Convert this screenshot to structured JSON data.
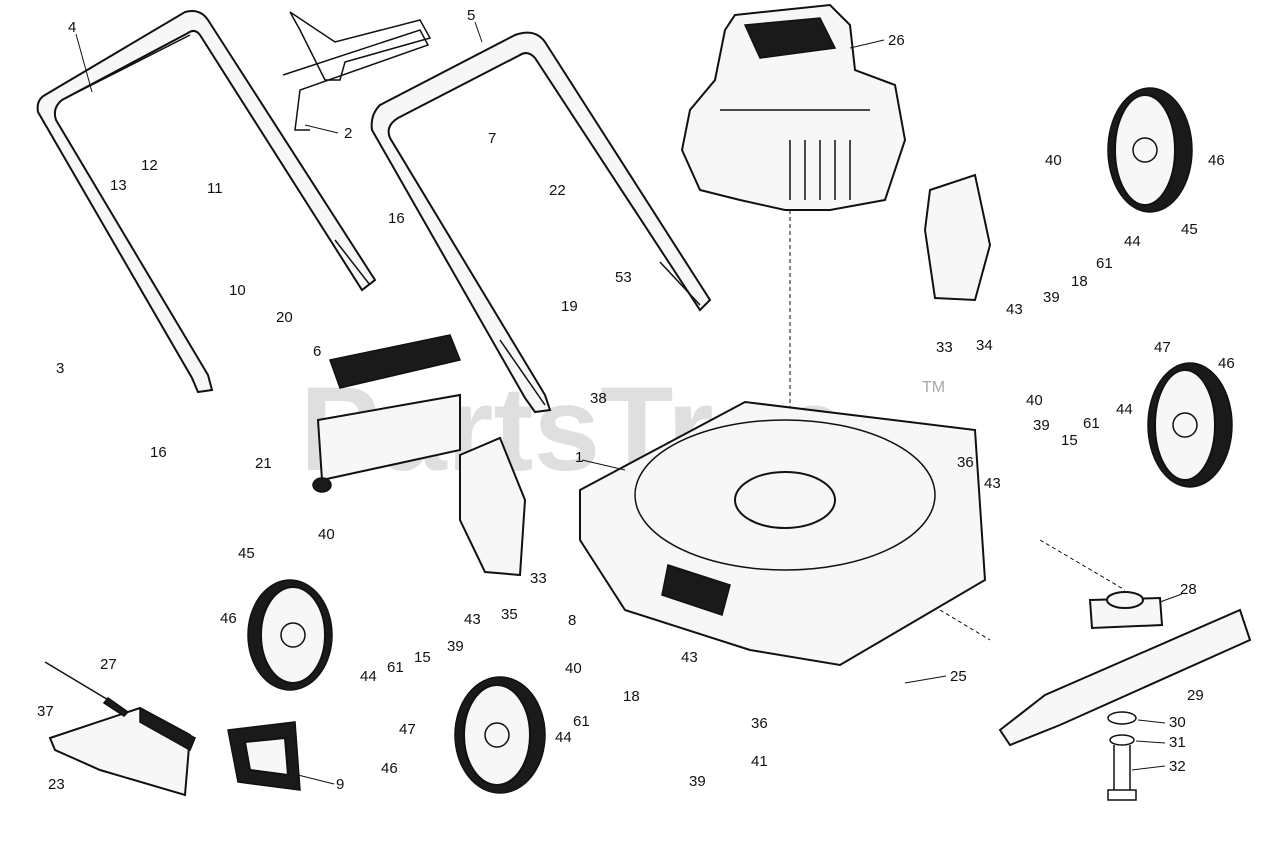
{
  "watermark": {
    "text": "PartsTree",
    "trademark": "TM"
  },
  "callouts": [
    {
      "id": "c4",
      "text": "4"
    },
    {
      "id": "c2",
      "text": "2"
    },
    {
      "id": "c5",
      "text": "5"
    },
    {
      "id": "c26",
      "text": "26"
    },
    {
      "id": "c12",
      "text": "12"
    },
    {
      "id": "c13",
      "text": "13"
    },
    {
      "id": "c11",
      "text": "11"
    },
    {
      "id": "c7",
      "text": "7"
    },
    {
      "id": "c22",
      "text": "22"
    },
    {
      "id": "c40a",
      "text": "40"
    },
    {
      "id": "c46a",
      "text": "46"
    },
    {
      "id": "c45a",
      "text": "45"
    },
    {
      "id": "c44a",
      "text": "44"
    },
    {
      "id": "c61a",
      "text": "61"
    },
    {
      "id": "c18a",
      "text": "18"
    },
    {
      "id": "c39a",
      "text": "39"
    },
    {
      "id": "c43a",
      "text": "43"
    },
    {
      "id": "c33a",
      "text": "33"
    },
    {
      "id": "c34",
      "text": "34"
    },
    {
      "id": "c16a",
      "text": "16"
    },
    {
      "id": "c10",
      "text": "10"
    },
    {
      "id": "c3",
      "text": "3"
    },
    {
      "id": "c16b",
      "text": "16"
    },
    {
      "id": "c20",
      "text": "20"
    },
    {
      "id": "c6",
      "text": "6"
    },
    {
      "id": "c21",
      "text": "21"
    },
    {
      "id": "c19",
      "text": "19"
    },
    {
      "id": "c53",
      "text": "53"
    },
    {
      "id": "c38",
      "text": "38"
    },
    {
      "id": "c1",
      "text": "1"
    },
    {
      "id": "c47a",
      "text": "47"
    },
    {
      "id": "c46b",
      "text": "46"
    },
    {
      "id": "c40b",
      "text": "40"
    },
    {
      "id": "c39b",
      "text": "39"
    },
    {
      "id": "c61b",
      "text": "61"
    },
    {
      "id": "c44b",
      "text": "44"
    },
    {
      "id": "c15a",
      "text": "15"
    },
    {
      "id": "c36a",
      "text": "36"
    },
    {
      "id": "c43b",
      "text": "43"
    },
    {
      "id": "c40c",
      "text": "40"
    },
    {
      "id": "c45b",
      "text": "45"
    },
    {
      "id": "c46c",
      "text": "46"
    },
    {
      "id": "c44c",
      "text": "44"
    },
    {
      "id": "c61c",
      "text": "61"
    },
    {
      "id": "c15b",
      "text": "15"
    },
    {
      "id": "c39c",
      "text": "39"
    },
    {
      "id": "c43c",
      "text": "43"
    },
    {
      "id": "c35",
      "text": "35"
    },
    {
      "id": "c33b",
      "text": "33"
    },
    {
      "id": "c8",
      "text": "8"
    },
    {
      "id": "c28",
      "text": "28"
    },
    {
      "id": "c29",
      "text": "29"
    },
    {
      "id": "c25",
      "text": "25"
    },
    {
      "id": "c27",
      "text": "27"
    },
    {
      "id": "c37",
      "text": "37"
    },
    {
      "id": "c23",
      "text": "23"
    },
    {
      "id": "c9",
      "text": "9"
    },
    {
      "id": "c40d",
      "text": "40"
    },
    {
      "id": "c43d",
      "text": "43"
    },
    {
      "id": "c18b",
      "text": "18"
    },
    {
      "id": "c47b",
      "text": "47"
    },
    {
      "id": "c61d",
      "text": "61"
    },
    {
      "id": "c44d",
      "text": "44"
    },
    {
      "id": "c46d",
      "text": "46"
    },
    {
      "id": "c36b",
      "text": "36"
    },
    {
      "id": "c39d",
      "text": "39"
    },
    {
      "id": "c41",
      "text": "41"
    },
    {
      "id": "c30",
      "text": "30"
    },
    {
      "id": "c31",
      "text": "31"
    },
    {
      "id": "c32",
      "text": "32"
    }
  ]
}
